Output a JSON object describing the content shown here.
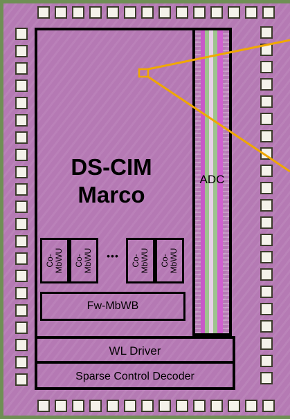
{
  "macro": {
    "line1": "DS-CIM",
    "line2": "Marco"
  },
  "adc": {
    "label": "ADC"
  },
  "mbwu_cells": [
    {
      "line1": "Co-",
      "line2": "MbWU"
    },
    {
      "line1": "Co-",
      "line2": "MbWU"
    },
    {
      "line1": "Co-",
      "line2": "MbWU"
    },
    {
      "line1": "Co-",
      "line2": "MbWU"
    }
  ],
  "ellipsis": "•••",
  "fw_mbwb": {
    "label": "Fw-MbWB"
  },
  "wl_driver": {
    "label": "WL Driver"
  },
  "sparse_decoder": {
    "label": "Sparse Control Decoder"
  },
  "colors": {
    "die": "#b57ab4",
    "pad": "#f4f2ea",
    "outline": "#000000",
    "zoom_line": "#f0a800"
  }
}
